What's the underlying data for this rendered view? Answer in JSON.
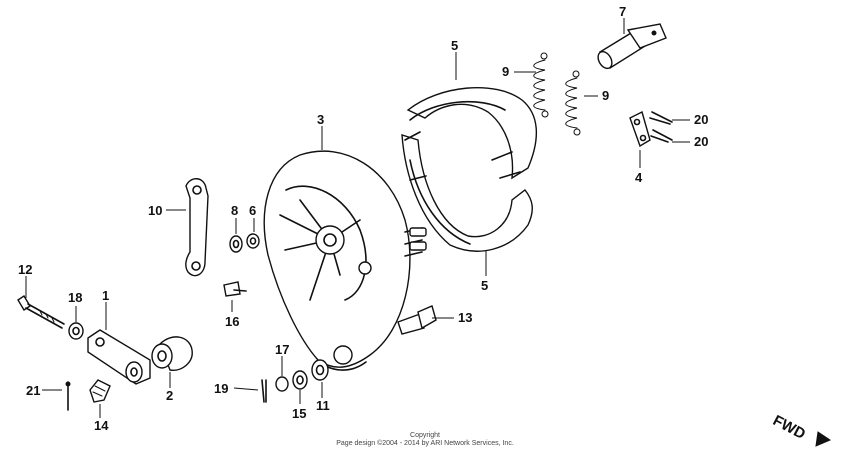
{
  "diagram": {
    "callouts": {
      "c1": "1",
      "c2": "2",
      "c3": "3",
      "c4": "4",
      "c5a": "5",
      "c5b": "5",
      "c6": "6",
      "c7": "7",
      "c8": "8",
      "c9a": "9",
      "c9b": "9",
      "c10": "10",
      "c11": "11",
      "c12": "12",
      "c13": "13",
      "c14": "14",
      "c15": "15",
      "c16": "16",
      "c17": "17",
      "c18": "18",
      "c19": "19",
      "c20a": "20",
      "c20b": "20",
      "c21": "21"
    },
    "direction_label": "FWD",
    "copyright_line1": "Copyright",
    "copyright_line2": "Page design ©2004 - 2014 by ARI Network Services, Inc."
  }
}
